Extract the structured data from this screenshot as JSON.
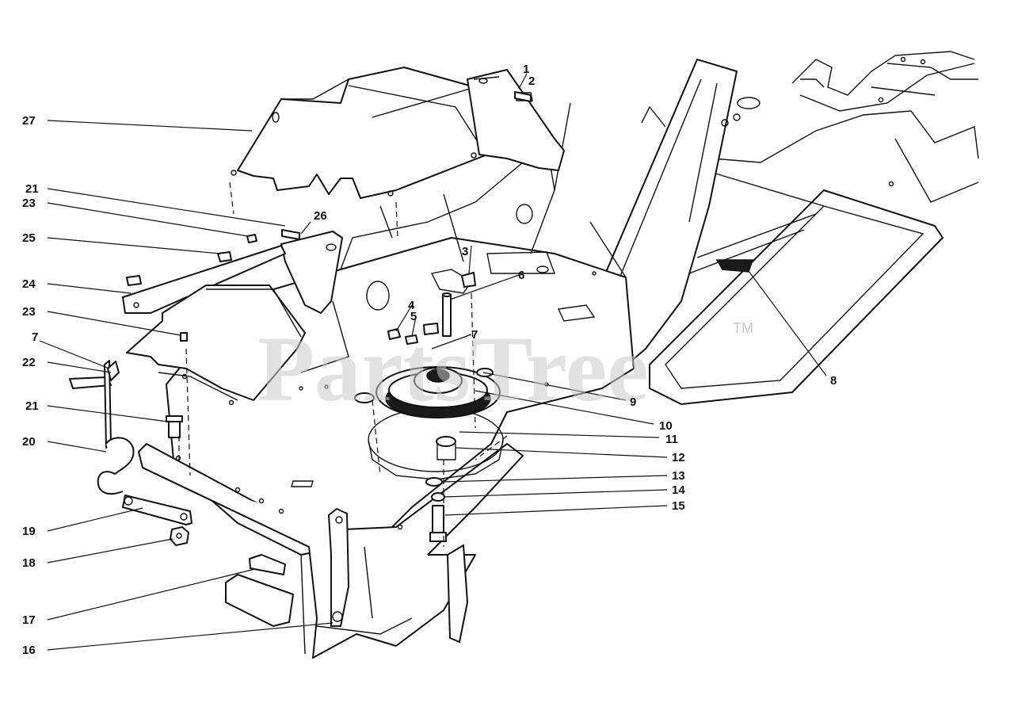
{
  "watermark": {
    "text": "PartsTree",
    "trademark": "TM"
  },
  "callouts": {
    "c1": "1",
    "c2": "2",
    "c3": "3",
    "c4": "4",
    "c5": "5",
    "c6": "6",
    "c7a": "7",
    "c7b": "7",
    "c8": "8",
    "c9": "9",
    "c10": "10",
    "c11": "11",
    "c12": "12",
    "c13": "13",
    "c14": "14",
    "c15": "15",
    "c16": "16",
    "c17": "17",
    "c18": "18",
    "c19": "19",
    "c20": "20",
    "c21a": "21",
    "c21b": "21",
    "c22": "22",
    "c23a": "23",
    "c23b": "23",
    "c24": "24",
    "c25": "25",
    "c26": "26",
    "c27": "27"
  }
}
